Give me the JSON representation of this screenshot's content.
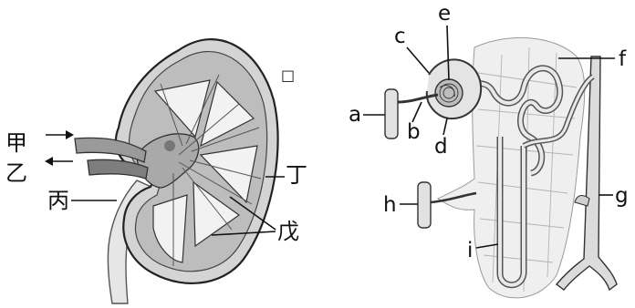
{
  "kidney": {
    "labels": {
      "jia": "甲",
      "yi": "乙",
      "bing": "丙",
      "ding": "丁",
      "wu": "戊"
    },
    "marker": "□"
  },
  "nephron": {
    "labels": {
      "a": "a",
      "b": "b",
      "c": "c",
      "d": "d",
      "e": "e",
      "f": "f",
      "g": "g",
      "h": "h",
      "i": "i"
    }
  }
}
